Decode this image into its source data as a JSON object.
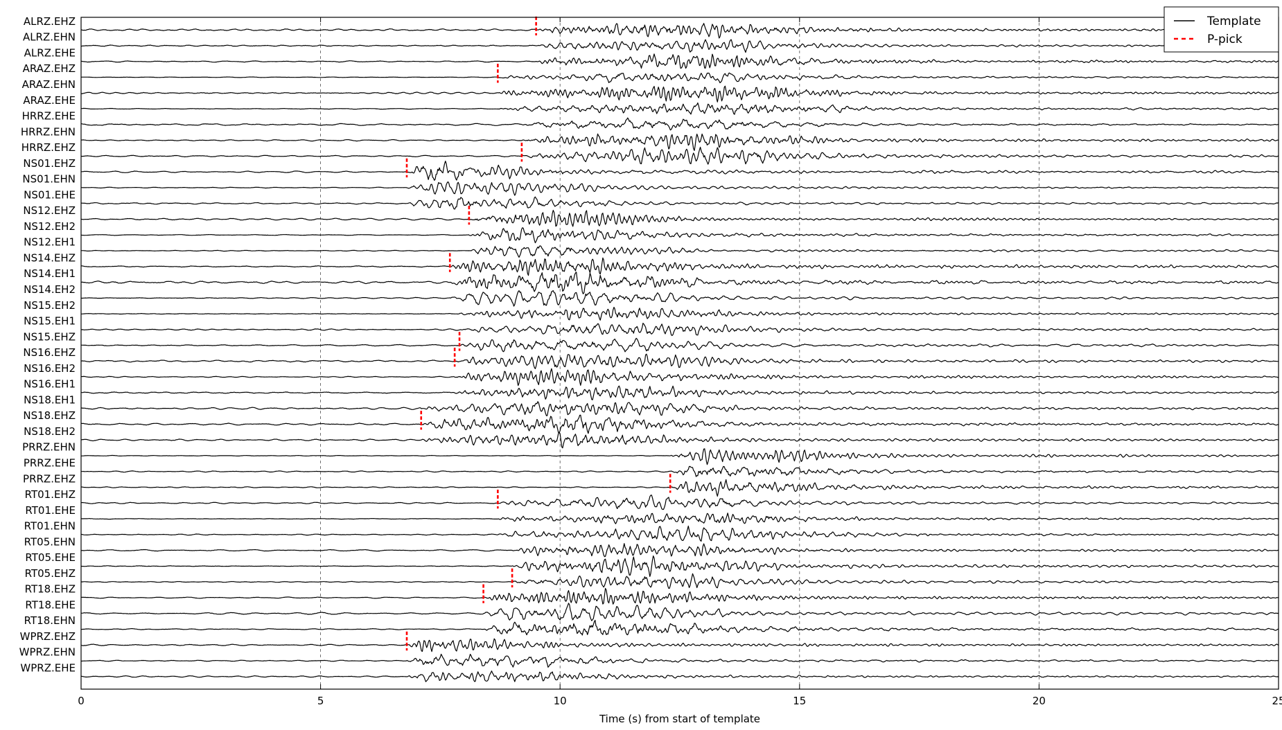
{
  "chart_data": {
    "type": "line",
    "title": "",
    "xlabel": "Time (s) from start of template",
    "ylabel": "",
    "xlim": [
      0,
      25
    ],
    "x_ticks": [
      0,
      5,
      10,
      15,
      20,
      25
    ],
    "grid": "vertical dashed at major x ticks",
    "legend": {
      "placement": "top-right",
      "entries": [
        {
          "label": "Template",
          "style": "solid",
          "color": "#000000"
        },
        {
          "label": "P-pick",
          "style": "dashed",
          "color": "#ff0000"
        }
      ]
    },
    "trace_color": "#000000",
    "pick_color": "#ff0000",
    "traces": [
      {
        "name": "ALRZ.EHZ",
        "onset": 9.5,
        "pick": 9.5,
        "peak": 12.6,
        "amp": 0.7
      },
      {
        "name": "ALRZ.EHN",
        "onset": 9.5,
        "pick": null,
        "peak": 12.7,
        "amp": 0.6
      },
      {
        "name": "ALRZ.EHE",
        "onset": 9.5,
        "pick": null,
        "peak": 12.8,
        "amp": 0.65
      },
      {
        "name": "ARAZ.EHZ",
        "onset": 8.7,
        "pick": 8.7,
        "peak": 12.7,
        "amp": 0.5
      },
      {
        "name": "ARAZ.EHN",
        "onset": 8.7,
        "pick": null,
        "peak": 13.0,
        "amp": 0.7
      },
      {
        "name": "ARAZ.EHE",
        "onset": 8.7,
        "pick": null,
        "peak": 13.2,
        "amp": 0.65
      },
      {
        "name": "HRRZ.EHE",
        "onset": 9.2,
        "pick": null,
        "peak": 12.2,
        "amp": 0.6
      },
      {
        "name": "HRRZ.EHN",
        "onset": 9.2,
        "pick": null,
        "peak": 12.6,
        "amp": 0.7
      },
      {
        "name": "HRRZ.EHZ",
        "onset": 9.2,
        "pick": 9.2,
        "peak": 12.9,
        "amp": 0.7
      },
      {
        "name": "NS01.EHZ",
        "onset": 6.8,
        "pick": 6.8,
        "peak": 7.0,
        "amp": 0.75
      },
      {
        "name": "NS01.EHN",
        "onset": 6.8,
        "pick": null,
        "peak": 8.3,
        "amp": 0.55
      },
      {
        "name": "NS01.EHE",
        "onset": 6.8,
        "pick": null,
        "peak": 8.3,
        "amp": 0.6
      },
      {
        "name": "NS12.EHZ",
        "onset": 8.1,
        "pick": 8.1,
        "peak": 9.7,
        "amp": 0.75
      },
      {
        "name": "NS12.EH2",
        "onset": 8.1,
        "pick": null,
        "peak": 9.5,
        "amp": 0.55
      },
      {
        "name": "NS12.EH1",
        "onset": 8.1,
        "pick": null,
        "peak": 9.8,
        "amp": 0.6
      },
      {
        "name": "NS14.EHZ",
        "onset": 7.7,
        "pick": 7.7,
        "peak": 9.9,
        "amp": 0.8
      },
      {
        "name": "NS14.EH1",
        "onset": 7.7,
        "pick": null,
        "peak": 10.0,
        "amp": 0.8
      },
      {
        "name": "NS14.EH2",
        "onset": 7.7,
        "pick": null,
        "peak": 10.0,
        "amp": 0.75
      },
      {
        "name": "NS15.EH2",
        "onset": 7.9,
        "pick": null,
        "peak": 11.2,
        "amp": 0.6
      },
      {
        "name": "NS15.EH1",
        "onset": 7.9,
        "pick": null,
        "peak": 11.2,
        "amp": 0.6
      },
      {
        "name": "NS15.EHZ",
        "onset": 7.9,
        "pick": 7.9,
        "peak": 10.0,
        "amp": 0.7
      },
      {
        "name": "NS16.EHZ",
        "onset": 7.8,
        "pick": 7.8,
        "peak": 11.0,
        "amp": 0.75
      },
      {
        "name": "NS16.EH2",
        "onset": 7.8,
        "pick": null,
        "peak": 10.2,
        "amp": 0.65
      },
      {
        "name": "NS16.EH1",
        "onset": 7.8,
        "pick": null,
        "peak": 10.8,
        "amp": 0.65
      },
      {
        "name": "NS18.EH1",
        "onset": 7.1,
        "pick": null,
        "peak": 10.6,
        "amp": 0.7
      },
      {
        "name": "NS18.EHZ",
        "onset": 7.1,
        "pick": 7.1,
        "peak": 10.0,
        "amp": 0.75
      },
      {
        "name": "NS18.EH2",
        "onset": 7.1,
        "pick": null,
        "peak": 10.2,
        "amp": 0.7
      },
      {
        "name": "PRRZ.EHN",
        "onset": 12.3,
        "pick": null,
        "peak": 13.5,
        "amp": 0.6
      },
      {
        "name": "PRRZ.EHE",
        "onset": 12.3,
        "pick": null,
        "peak": 13.4,
        "amp": 0.6
      },
      {
        "name": "PRRZ.EHZ",
        "onset": 12.3,
        "pick": 12.3,
        "peak": 13.2,
        "amp": 0.6
      },
      {
        "name": "RT01.EHZ",
        "onset": 8.7,
        "pick": 8.7,
        "peak": 12.0,
        "amp": 0.65
      },
      {
        "name": "RT01.EHE",
        "onset": 8.7,
        "pick": null,
        "peak": 12.7,
        "amp": 0.6
      },
      {
        "name": "RT01.EHN",
        "onset": 8.7,
        "pick": null,
        "peak": 12.7,
        "amp": 0.6
      },
      {
        "name": "RT05.EHN",
        "onset": 9.0,
        "pick": null,
        "peak": 11.7,
        "amp": 0.7
      },
      {
        "name": "RT05.EHE",
        "onset": 9.0,
        "pick": null,
        "peak": 11.7,
        "amp": 0.7
      },
      {
        "name": "RT05.EHZ",
        "onset": 9.0,
        "pick": 9.0,
        "peak": 11.8,
        "amp": 0.7
      },
      {
        "name": "RT18.EHZ",
        "onset": 8.4,
        "pick": 8.4,
        "peak": 10.9,
        "amp": 0.7
      },
      {
        "name": "RT18.EHE",
        "onset": 8.4,
        "pick": null,
        "peak": 10.9,
        "amp": 0.75
      },
      {
        "name": "RT18.EHN",
        "onset": 8.4,
        "pick": null,
        "peak": 10.8,
        "amp": 0.75
      },
      {
        "name": "WPRZ.EHZ",
        "onset": 6.8,
        "pick": 6.8,
        "peak": 7.0,
        "amp": 0.6
      },
      {
        "name": "WPRZ.EHN",
        "onset": 6.8,
        "pick": null,
        "peak": 8.4,
        "amp": 0.55
      },
      {
        "name": "WPRZ.EHE",
        "onset": 6.8,
        "pick": null,
        "peak": 8.5,
        "amp": 0.5
      }
    ]
  }
}
